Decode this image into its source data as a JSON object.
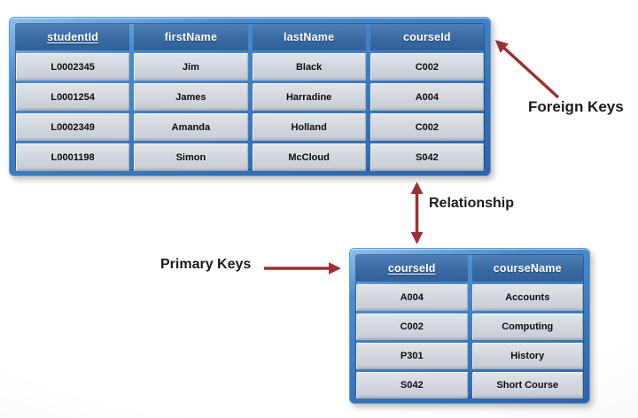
{
  "palette": {
    "arrow_red": "#9a3134",
    "frame_blue": "#4b8ccd",
    "frame_hi": "#8ec1ec",
    "header_blue": "#3a6aa2",
    "cell_fill": "#d4d9df"
  },
  "student_table": {
    "columns": [
      "studentId",
      "firstName",
      "lastName",
      "courseId"
    ],
    "underlined_header": "studentId",
    "rows": [
      [
        "L0002345",
        "Jim",
        "Black",
        "C002"
      ],
      [
        "L0001254",
        "James",
        "Harradine",
        "A004"
      ],
      [
        "L0002349",
        "Amanda",
        "Holland",
        "C002"
      ],
      [
        "L0001198",
        "Simon",
        "McCloud",
        "S042"
      ]
    ]
  },
  "course_table": {
    "columns": [
      "courseId",
      "courseName"
    ],
    "underlined_header": "courseId",
    "rows": [
      [
        "A004",
        "Accounts"
      ],
      [
        "C002",
        "Computing"
      ],
      [
        "P301",
        "History"
      ],
      [
        "S042",
        "Short Course"
      ]
    ]
  },
  "labels": {
    "foreign_keys": "Foreign Keys",
    "relationship": "Relationship",
    "primary_keys": "Primary Keys"
  }
}
